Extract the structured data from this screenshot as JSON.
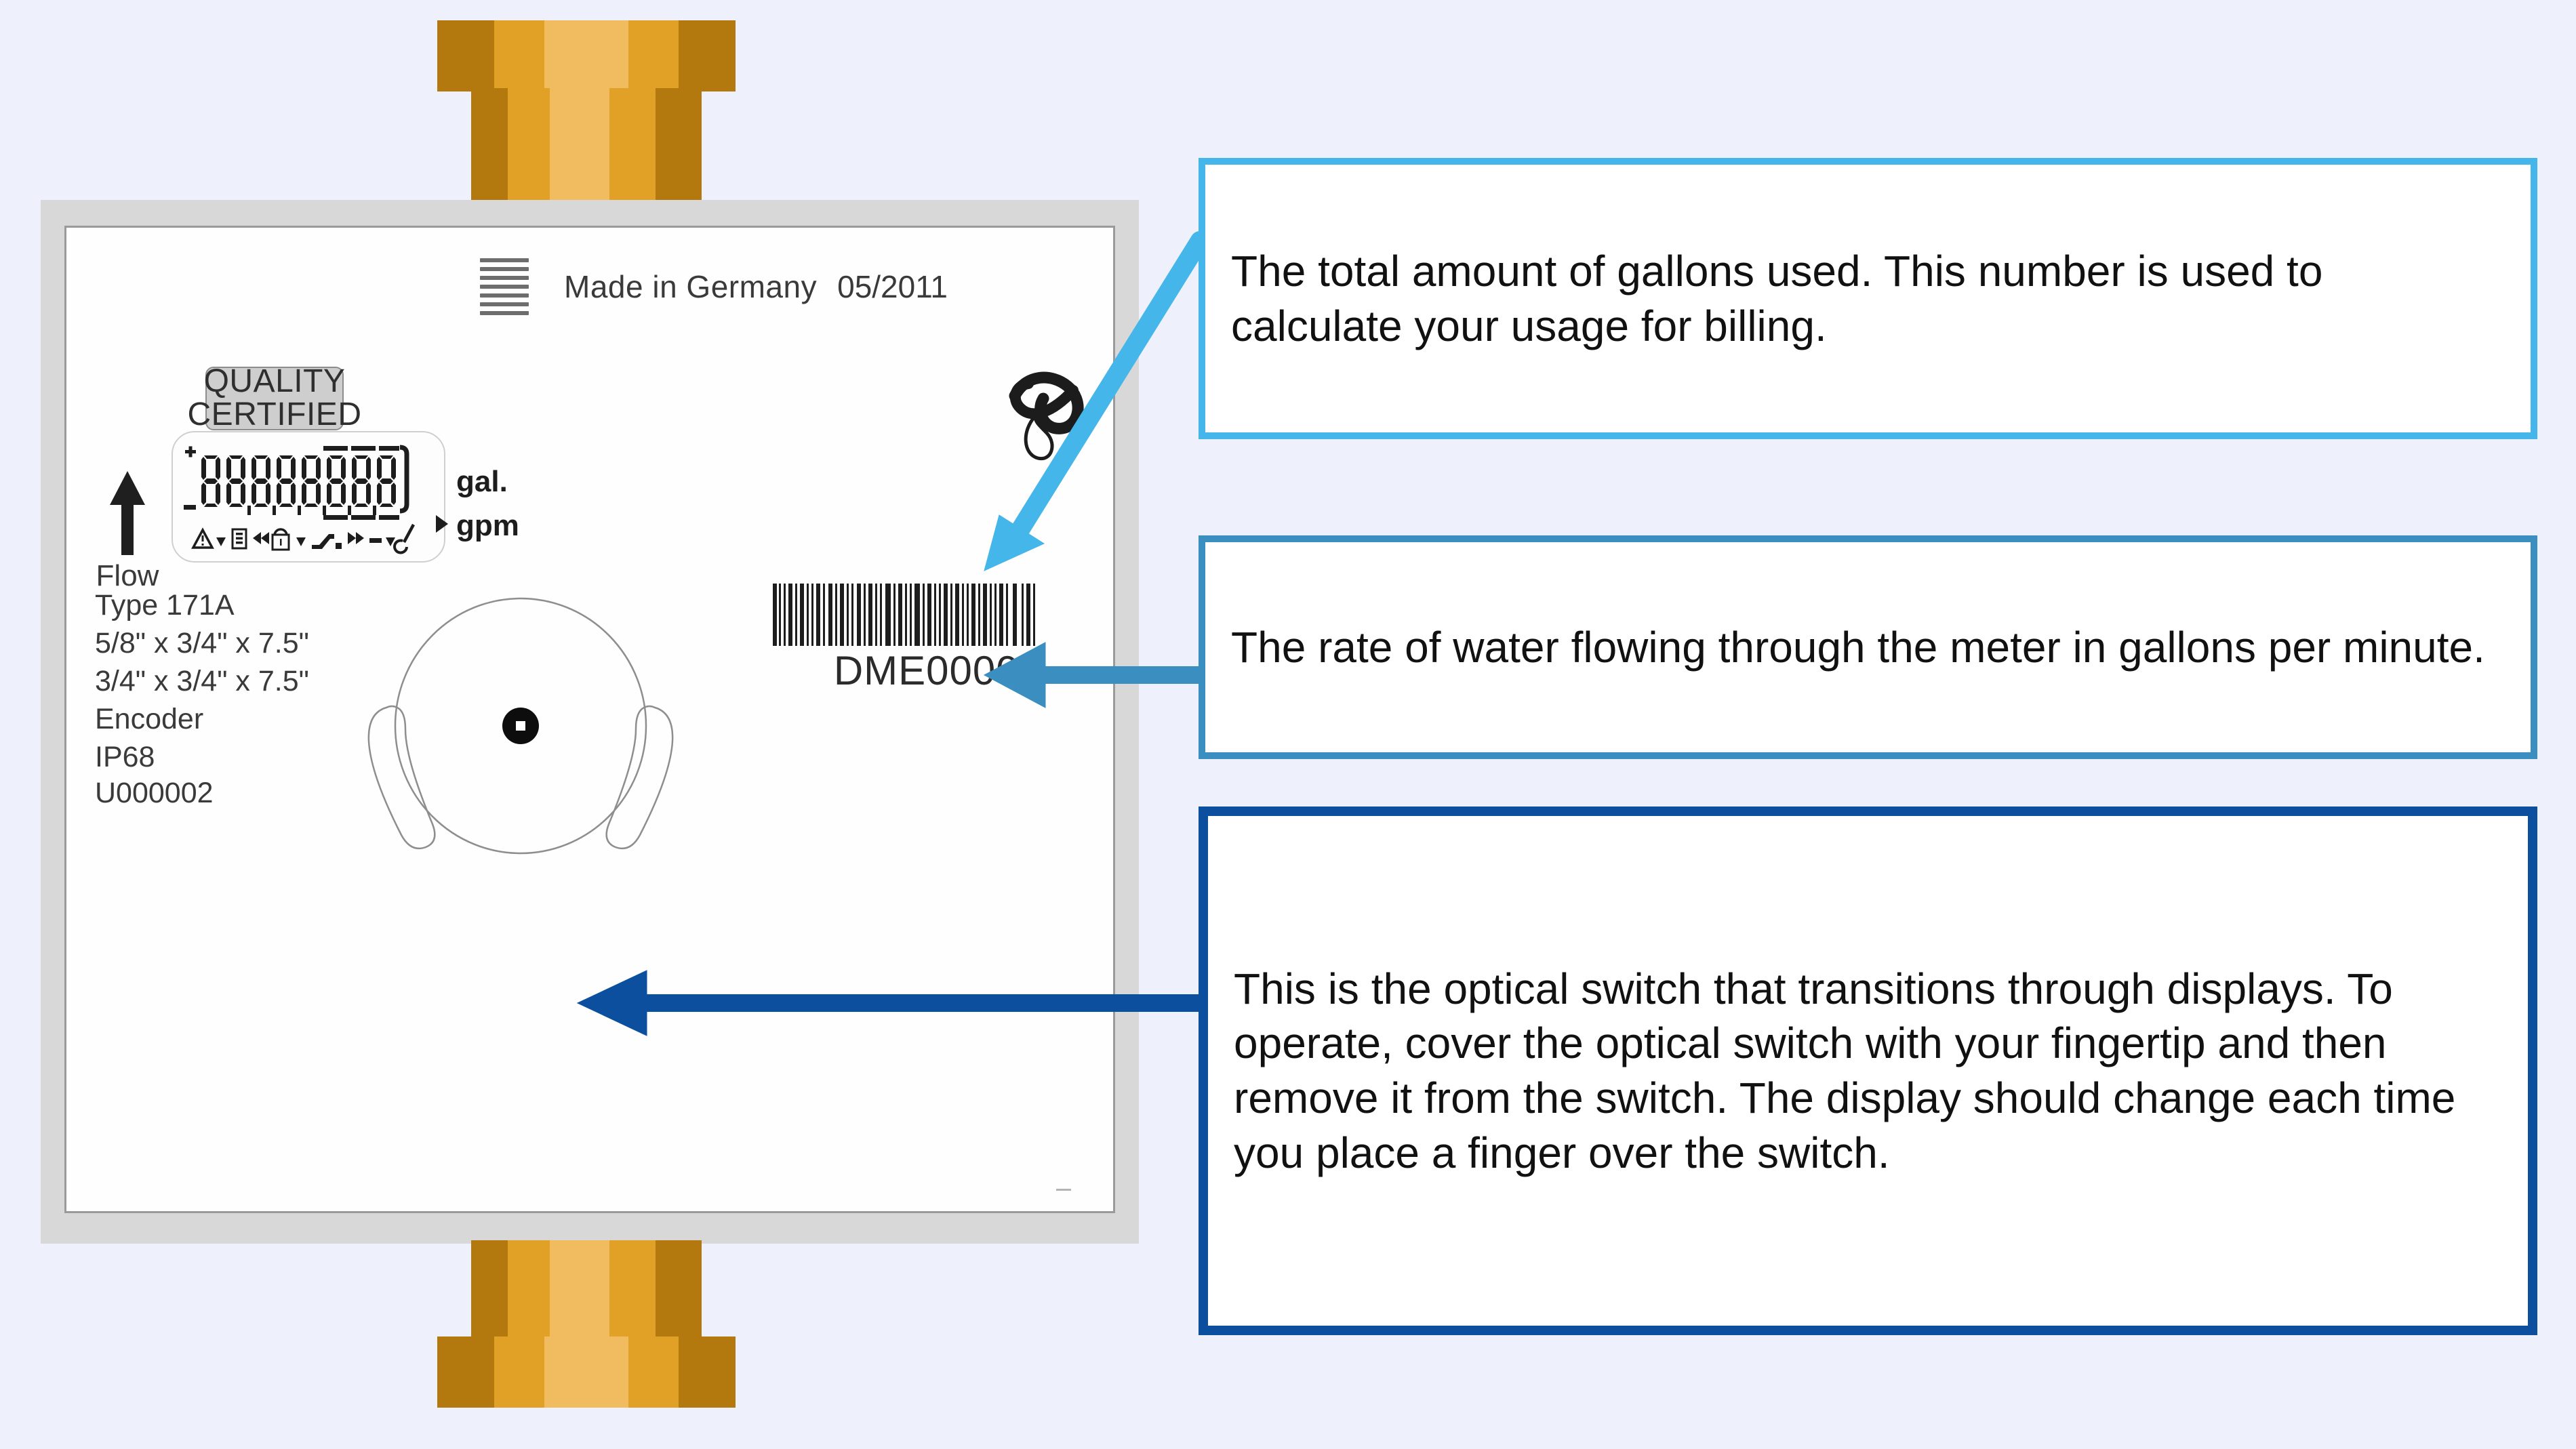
{
  "colors": {
    "page_background": "#eef0fb",
    "meter_body": "#d8d8d8",
    "brass_dark": "#b3790f",
    "brass_mid": "#e0a126",
    "brass_light": "#f0bc5f",
    "callout_1_border": "#45b6ea",
    "callout_2_border": "#3b8ec0",
    "callout_3_border": "#0b4f9e"
  },
  "meter": {
    "header": {
      "stripes_icon": "stripes-icon",
      "made_in": "Made in Germany",
      "date": "05/2011"
    },
    "quality_badge": {
      "line1": "QUALITY",
      "line2": "CERTIFIED"
    },
    "brand_logo_icon": "knot-logo-icon",
    "flow": {
      "arrow_icon": "flow-arrow-icon",
      "label": "Flow"
    },
    "lcd": {
      "digits": "88,8,8,8,8,8,8",
      "plus_sign": "+",
      "minus_sign": "-",
      "indicator_icons": [
        "warning-triangle-icon",
        "down-caret-icon",
        "battery-icon",
        "double-left-arrow-icon",
        "lock-icon",
        "down-caret-icon",
        "flow-line-icon",
        "double-right-arrow-icon",
        "dash-icon",
        "down-caret-icon",
        "wrench-icon"
      ]
    },
    "units": {
      "gallons": "gal.",
      "gallons_per_minute": "gpm",
      "gpm_caret_icon": "right-caret-icon"
    },
    "spec": {
      "type": "Type 171A",
      "size_1": "5/8\" x 3/4\" x 7.5\"",
      "size_2": "3/4\" x 3/4\" x 7.5\"",
      "register": "Encoder",
      "ingress_rating": "IP68"
    },
    "serial_bottom": "U000002",
    "barcode": {
      "icon": "barcode-icon",
      "value": "DME00005"
    },
    "optical_switch_icon": "optical-switch-icon",
    "dial_icon": "dial-face-icon",
    "pipe_fitting_icon": "pipe-fitting-icon"
  },
  "callouts": [
    {
      "id": "total-gallons",
      "text": "The total amount of gallons used. This number is used to calculate your usage for billing.",
      "border_color": "#45b6ea",
      "arrow_icon": "diagonal-arrow-icon"
    },
    {
      "id": "flow-rate",
      "text": "The rate of water flowing through the meter in gallons per minute.",
      "border_color": "#3b8ec0",
      "arrow_icon": "left-arrow-icon"
    },
    {
      "id": "optical-switch",
      "text": "This is the optical switch that transitions through displays. To operate, cover the optical switch with your fingertip and then remove it from the switch. The display should change each time you place a finger over the switch.",
      "border_color": "#0b4f9e",
      "arrow_icon": "left-arrow-icon"
    }
  ]
}
